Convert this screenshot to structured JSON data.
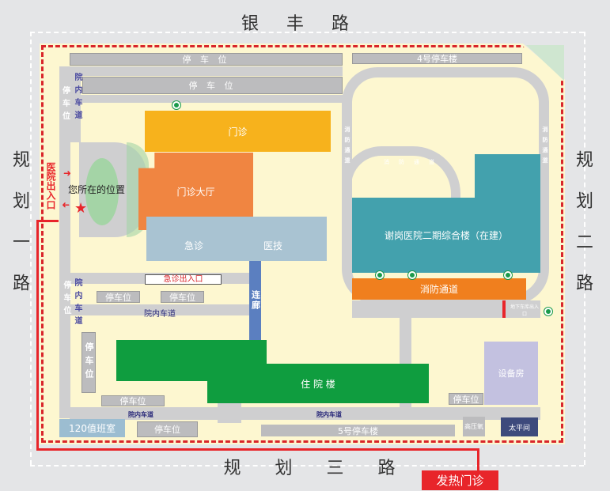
{
  "roads": {
    "top": "银 丰 路",
    "left": "规划一路",
    "right": "规划二路",
    "bottom": "规 划 三 路"
  },
  "buildings": {
    "outpatient": "门诊",
    "outpatient_hall": "门诊大厅",
    "emergency": "急诊",
    "medtech": "医技",
    "emergency_entrance": "急诊出入口",
    "corridor": "连廊",
    "phase2": "谢岗医院二期综合楼（在建）",
    "fire_lane_bar": "消防通道",
    "inpatient": "住 院 楼",
    "equipment": "设备房",
    "mortuary": "太平间",
    "duty_120": "120值班室",
    "parking5": "5号停车楼",
    "parking4": "4号停车楼",
    "hv": "高压氧",
    "underground": "地下车库出入口",
    "fever_clinic": "发热门诊"
  },
  "labels": {
    "parking": "停车位",
    "parking_spaced": "停 车 位",
    "inner_road": "院内车道",
    "fire_lane": "消防通道",
    "hospital_entrance": "医院出入口",
    "you_are_here": "您所在的位置"
  },
  "colors": {
    "route": "#e8252a",
    "outpatient": "#f7b21c",
    "hall": "#f08541",
    "teal": "#43a1ad",
    "green": "#0f9d3f",
    "fire": "#f07f1e"
  }
}
